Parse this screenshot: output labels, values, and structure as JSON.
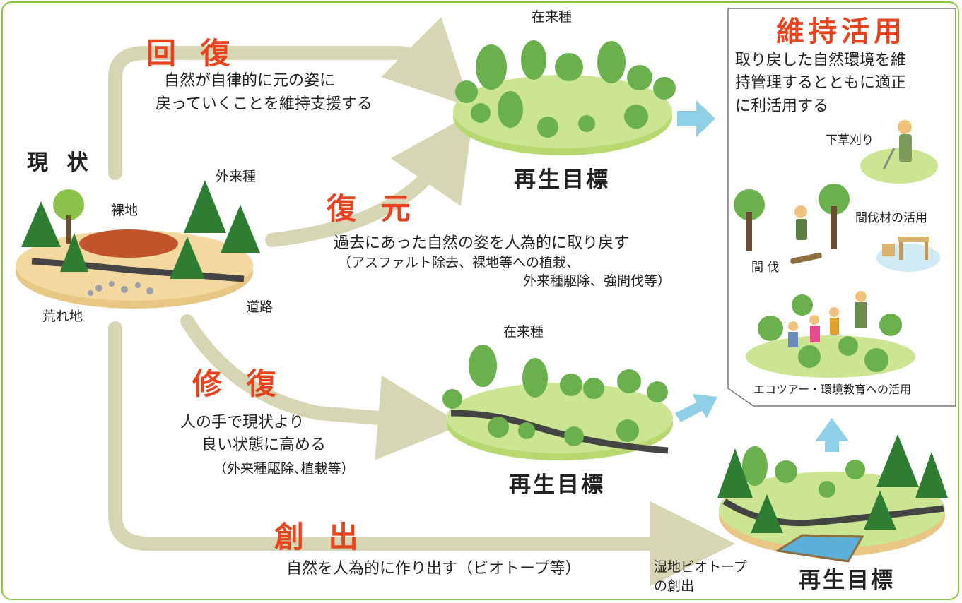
{
  "current": {
    "title": "現 状",
    "bare_ground": "裸地",
    "alien_species": "外来種",
    "wasteland": "荒れ地",
    "road": "道路"
  },
  "recovery": {
    "title": "回 復",
    "line1": "自然が自律的に元の姿に",
    "line2": "戻っていくことを維持支援する"
  },
  "restoration": {
    "title": "復 元",
    "line1": "過去にあった自然の姿を人為的に取り戻す",
    "line2": "（アスファルト除去、裸地等への植栽、",
    "line3": "外来種駆除、強間伐等）"
  },
  "repair": {
    "title": "修 復",
    "line1": "人の手で現状より",
    "line2": "良い状態に高める",
    "line3": "（外来種駆除､植栽等）"
  },
  "creation": {
    "title": "創 出",
    "line1": "自然を人為的に作り出す（ビオトープ等）",
    "wetland_line1": "湿地ビオトープ",
    "wetland_line2": "の創出"
  },
  "goals": {
    "native_species": "在来種",
    "target": "再生目標"
  },
  "maintenance": {
    "title": "維持活用",
    "line1": "取り戻した自然環境を維",
    "line2": "持管理するとともに適正",
    "line3": "に利活用する",
    "mowing": "下草刈り",
    "thinning": "間 伐",
    "thinned_wood": "間伐材の活用",
    "ecotour": "エコツアー・環境教育への活用"
  },
  "colors": {
    "heading": "#e8431f",
    "arrow": "#d6d6b4",
    "blue_arrow": "#8fd0e6",
    "frame": "#8cc63f"
  }
}
